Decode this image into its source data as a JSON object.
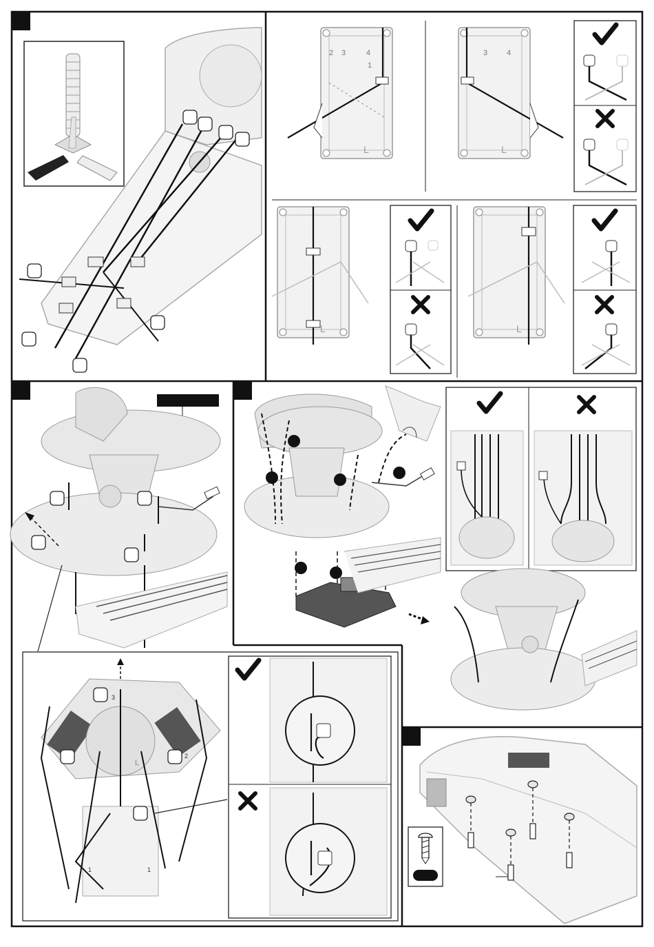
{
  "panels": {
    "top_left": {
      "markers": 7
    },
    "top_right": {
      "guide_labels_a": [
        "2",
        "3",
        "4",
        "1"
      ],
      "guide_labels_b": [
        "3",
        "4"
      ],
      "side_label": "L"
    },
    "bottom_detail": {
      "numbers": [
        "3",
        "2",
        "1",
        "1"
      ],
      "letter": "L"
    }
  },
  "symbols": {
    "check": "check-icon",
    "cross": "cross-icon",
    "arrow": "dashed-arrow-icon",
    "screw": "screw-icon"
  },
  "colors": {
    "ink": "#1a1a1a",
    "part_fill": "#e6e6e6",
    "part_stroke": "#9a9a9a"
  }
}
